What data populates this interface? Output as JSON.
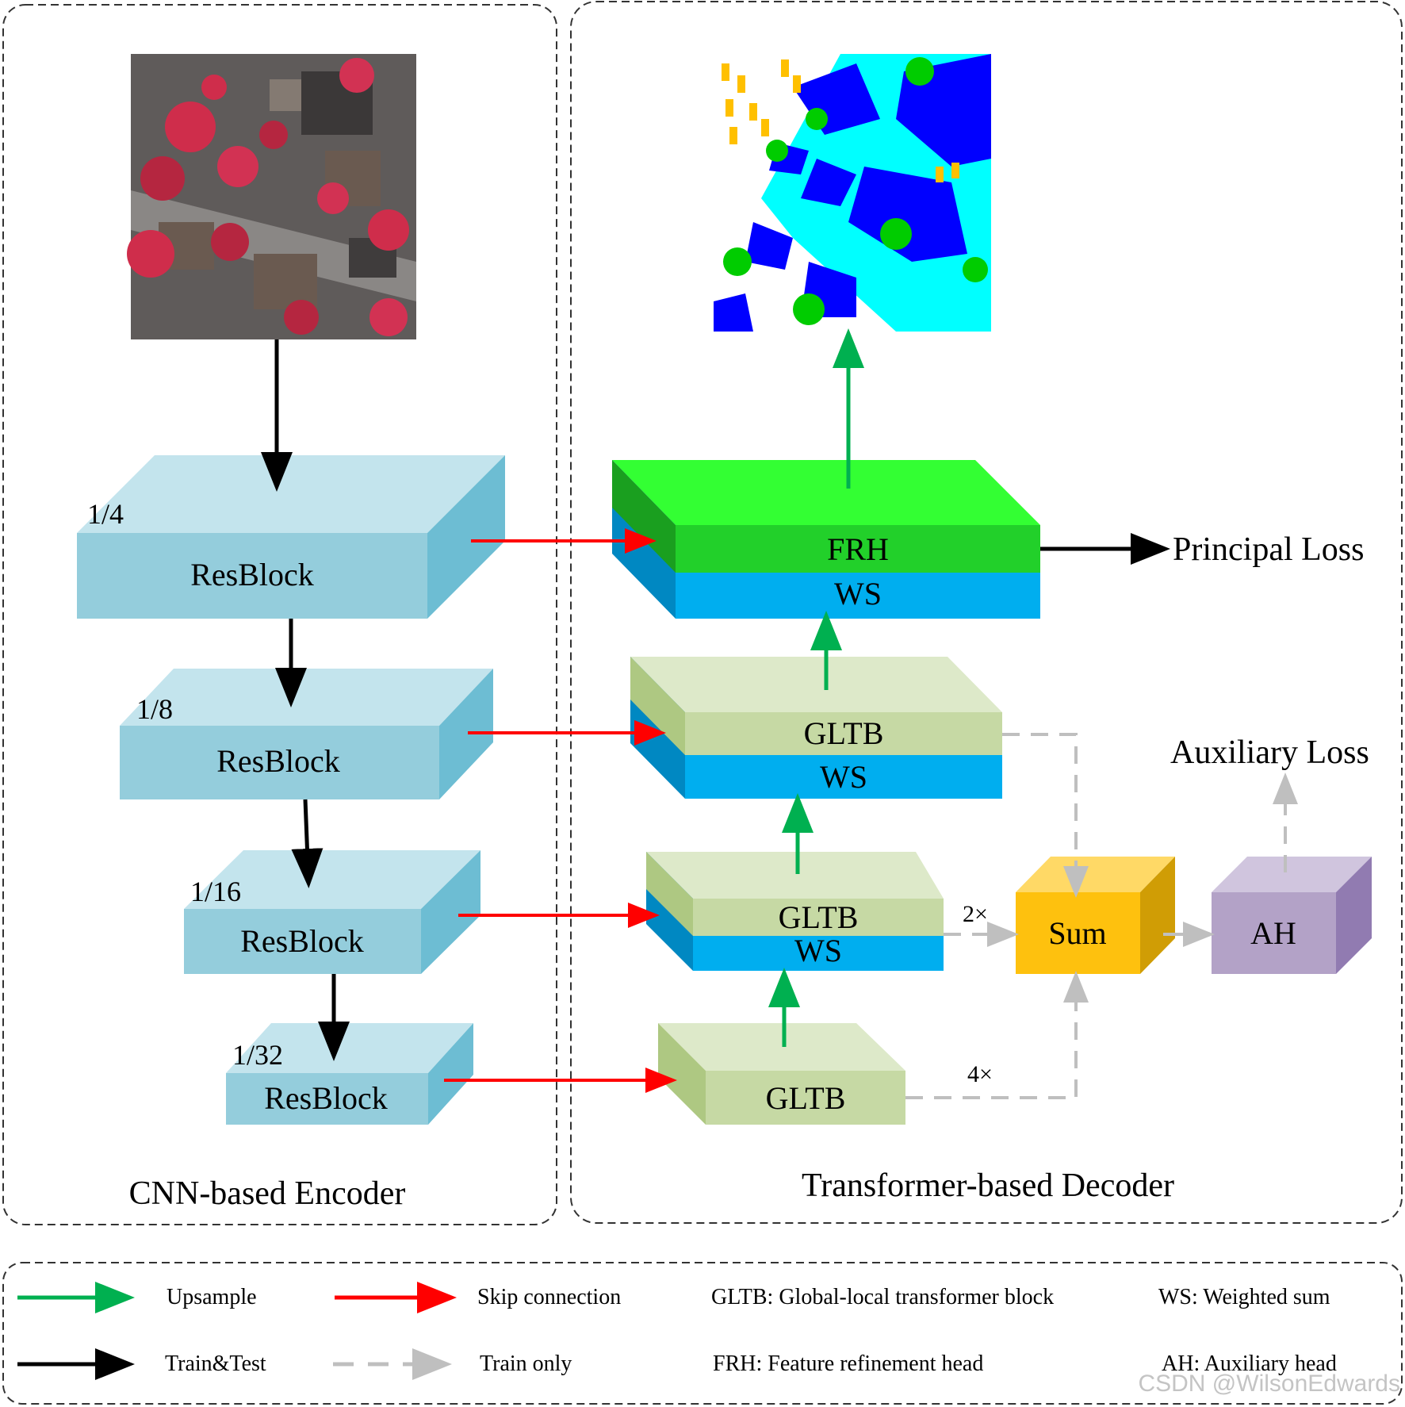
{
  "encoder": {
    "title": "CNN-based Encoder",
    "blocks": [
      {
        "scale": "1/4",
        "label": "ResBlock"
      },
      {
        "scale": "1/8",
        "label": "ResBlock"
      },
      {
        "scale": "1/16",
        "label": "ResBlock"
      },
      {
        "scale": "1/32",
        "label": "ResBlock"
      }
    ]
  },
  "decoder": {
    "title": "Transformer-based Decoder",
    "frh": {
      "top": "FRH",
      "bottom": "WS"
    },
    "gltb1": {
      "top": "GLTB",
      "bottom": "WS"
    },
    "gltb2": {
      "top": "GLTB",
      "bottom": "WS"
    },
    "gltb3": {
      "label": "GLTB"
    },
    "sum": "Sum",
    "ah": "AH",
    "up2": "2×",
    "up4": "4×",
    "principal_loss": "Principal Loss",
    "auxiliary_loss": "Auxiliary Loss"
  },
  "legend": {
    "upsample": "Upsample",
    "skip": "Skip connection",
    "gltb": "GLTB: Global-local transformer block",
    "ws": "WS: Weighted sum",
    "train_test": "Train&Test",
    "train_only": "Train only",
    "frh": "FRH: Feature refinement head",
    "ah": "AH: Auxiliary head"
  },
  "watermark": "CSDN @WilsonEdwards",
  "colors": {
    "res_front": "#94cddc",
    "res_top": "#c3e4ed",
    "res_side": "#6dbdd3",
    "gltb_front": "#c6d9a4",
    "gltb_top": "#dde9c9",
    "gltb_side": "#aec882",
    "ws_blue": "#00aeef",
    "ws_side": "#0088c2",
    "frh_front": "#22d02a",
    "frh_top": "#33ff33",
    "frh_side": "#1a9f1f",
    "sum_front": "#fec10e",
    "sum_top": "#ffd966",
    "sum_side": "#d09d05",
    "ah_front": "#b3a2c7",
    "ah_top": "#d0c5de",
    "ah_side": "#917bb1",
    "upsample": "#00b050",
    "skip": "#ff0000",
    "train_test": "#000000",
    "train_only": "#bfbfbf"
  }
}
